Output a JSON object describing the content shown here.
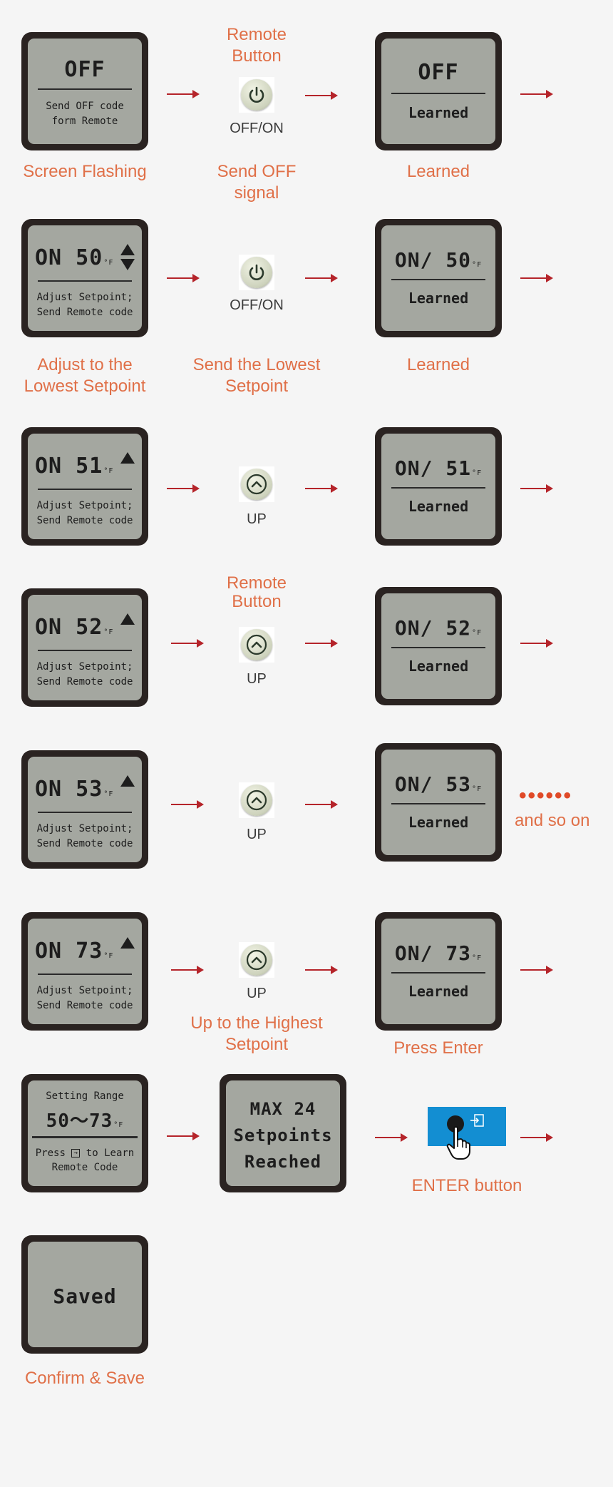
{
  "colors": {
    "caption": "#e07048",
    "arrow": "#b5242a",
    "lcd_frame": "#2a2321",
    "lcd_screen": "#a4a7a0",
    "enter_button": "#138ed2"
  },
  "row1": {
    "lcd1": {
      "big": "OFF",
      "line1": "Send OFF code",
      "line2": "form Remote"
    },
    "button_header": [
      "Remote",
      "Button"
    ],
    "button_icon": "power-icon",
    "button_label": "OFF/ON",
    "lcd2": {
      "big": "OFF",
      "line1": "Learned"
    },
    "captions": {
      "left": "Screen Flashing",
      "middle": [
        "Send OFF",
        "signal"
      ],
      "right": "Learned"
    }
  },
  "row2": {
    "lcd1": {
      "big": "ON 50",
      "unit": "°F",
      "line1": "Adjust Setpoint;",
      "line2": "Send Remote code"
    },
    "button_icon": "power-icon",
    "button_label": "OFF/ON",
    "lcd2": {
      "big": "ON/ 50",
      "unit": "°F",
      "line1": "Learned"
    },
    "captions": {
      "left": [
        "Adjust to the",
        "Lowest Setpoint"
      ],
      "middle": [
        "Send the Lowest",
        "Setpoint"
      ],
      "right": "Learned"
    }
  },
  "row3": {
    "lcd1": {
      "big": "ON 51",
      "unit": "°F",
      "line1": "Adjust Setpoint;",
      "line2": "Send Remote code"
    },
    "button_icon": "chevron-up-icon",
    "button_label": "UP",
    "lcd2": {
      "big": "ON/ 51",
      "unit": "°F",
      "line1": "Learned"
    }
  },
  "row4": {
    "lcd1": {
      "big": "ON 52",
      "unit": "°F",
      "line1": "Adjust Setpoint;",
      "line2": "Send Remote code"
    },
    "button_header": [
      "Remote",
      "Button"
    ],
    "button_icon": "chevron-up-icon",
    "button_label": "UP",
    "lcd2": {
      "big": "ON/ 52",
      "unit": "°F",
      "line1": "Learned"
    }
  },
  "row5": {
    "lcd1": {
      "big": "ON 53",
      "unit": "°F",
      "line1": "Adjust Setpoint;",
      "line2": "Send Remote code"
    },
    "button_icon": "chevron-up-icon",
    "button_label": "UP",
    "lcd2": {
      "big": "ON/ 53",
      "unit": "°F",
      "line1": "Learned"
    },
    "dots": "••••••",
    "continue_text": "and so on"
  },
  "row6": {
    "lcd1": {
      "big": "ON 73",
      "unit": "°F",
      "line1": "Adjust Setpoint;",
      "line2": "Send Remote code"
    },
    "button_icon": "chevron-up-icon",
    "button_label": "UP",
    "lcd2": {
      "big": "ON/ 73",
      "unit": "°F",
      "line1": "Learned"
    },
    "captions": {
      "middle": [
        "Up to the Highest",
        "Setpoint"
      ],
      "right": "Press Enter"
    }
  },
  "row7": {
    "lcd1": {
      "top": "Setting Range",
      "big": "50～73",
      "unit": "°F",
      "line1_pre": "Press",
      "line1_post": "to Learn",
      "line2": "Remote Code"
    },
    "lcd2": {
      "line1": "MAX 24",
      "line2": "Setpoints",
      "line3": "Reached"
    },
    "enter_icon": "enter-icon",
    "hand_icon": "pointing-hand-icon",
    "caption": "ENTER button"
  },
  "row8": {
    "lcd1": {
      "big": "Saved"
    },
    "caption": "Confirm & Save"
  }
}
